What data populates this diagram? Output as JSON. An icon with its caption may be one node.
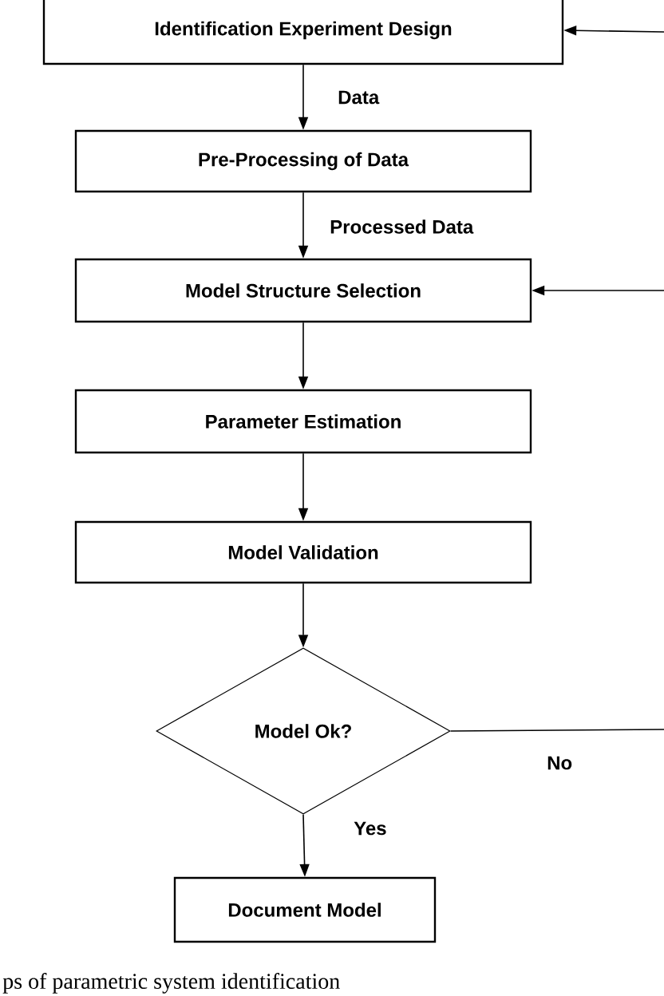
{
  "diagram": {
    "caption": "ps of parametric system identification",
    "nodes": [
      {
        "text": [
          "Identification Experiment Design"
        ]
      },
      {
        "text": [
          "Pre-Processing of Data"
        ]
      },
      {
        "text": [
          "Model Structure Selection"
        ]
      },
      {
        "text": [
          "Parameter Estimation"
        ]
      },
      {
        "text": [
          "Model Validation"
        ]
      },
      {
        "text": [
          "Model Ok?"
        ]
      },
      {
        "text": [
          "Document Model"
        ]
      }
    ],
    "edges": [
      {
        "from": 0,
        "to": 1,
        "arrow": "to",
        "label": "Data"
      },
      {
        "from": 1,
        "to": 2,
        "arrow": "to",
        "label": "Processed Data"
      },
      {
        "from": 2,
        "to": 3,
        "arrow": "to"
      },
      {
        "from": 3,
        "to": 4,
        "arrow": "to"
      },
      {
        "from": 4,
        "to": 5,
        "arrow": "to"
      },
      {
        "from": 5,
        "to": 6,
        "arrow": "to",
        "label": "Yes"
      },
      {
        "from": 5,
        "to": null,
        "arrow": "none",
        "label": "No"
      },
      {
        "from": null,
        "to": 0,
        "arrow": "to"
      },
      {
        "from": null,
        "to": 2,
        "arrow": "to"
      }
    ]
  }
}
